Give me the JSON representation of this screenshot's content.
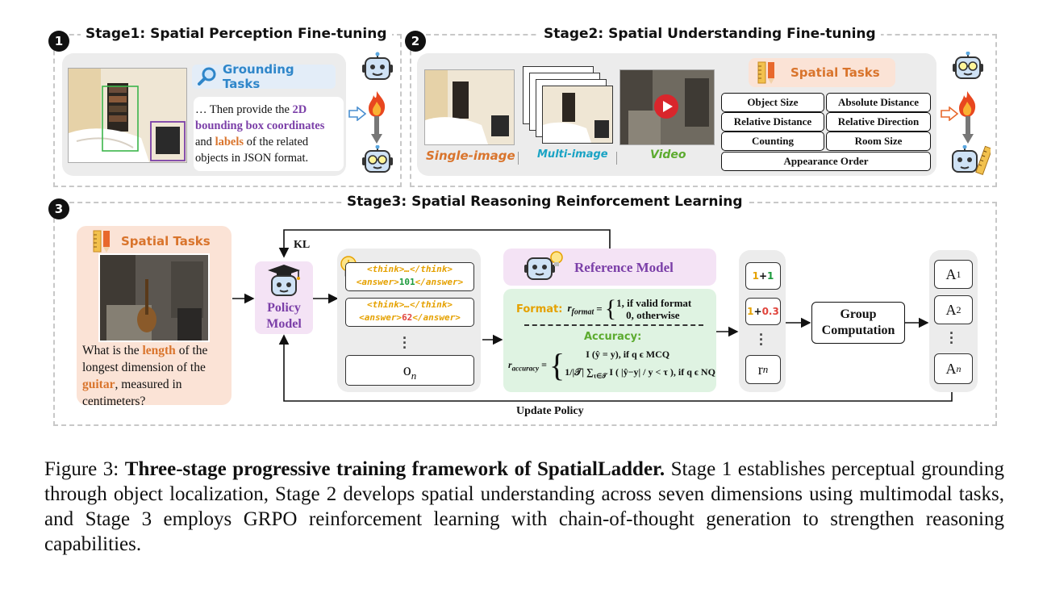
{
  "stage1": {
    "badge": "1",
    "title": "Stage1: Spatial Perception Fine-tuning",
    "grounding_title": "Grounding Tasks",
    "prompt_parts": [
      "… Then provide the ",
      "2D bounding box coordinates",
      " and ",
      "labels",
      " of the related objects in JSON format."
    ]
  },
  "stage2": {
    "badge": "2",
    "title": "Stage2: Spatial Understanding Fine-tuning",
    "modalities": [
      "Single-image",
      "Multi-image",
      "Video"
    ],
    "spatial_tasks_title": "Spatial Tasks",
    "tasks": [
      "Object Size",
      "Absolute Distance",
      "Relative Distance",
      "Relative Direction",
      "Counting",
      "Room Size",
      "Appearance Order"
    ]
  },
  "stage3": {
    "badge": "3",
    "title": "Stage3: Spatial Reasoning Reinforcement Learning",
    "spatial_tasks_title": "Spatial Tasks",
    "question_parts": [
      "What is the ",
      "length",
      " of the longest dimension of the ",
      "guitar",
      ", measured in centimeters?"
    ],
    "policy_model": "Policy Model",
    "kl_label": "KL",
    "reference_model": "Reference Model",
    "outputs": [
      {
        "think": "<think>…</think>",
        "answer_open": "<answer>",
        "answer_value": "101",
        "answer_close": "</answer>"
      },
      {
        "think": "<think>…</think>",
        "answer_open": "<answer>",
        "answer_value": "62",
        "answer_close": "</answer>"
      }
    ],
    "output_n": "o",
    "output_n_sub": "n",
    "format_label": "Format:",
    "format_r": "r",
    "format_sub": "format",
    "format_case1": "1, if valid format",
    "format_case2": "0, otherwise",
    "accuracy_label": "Accuracy:",
    "accuracy_r": "r",
    "accuracy_sub": "accuracy",
    "accuracy_case1": "I (ŷ = y), if q ϵ MCQ",
    "accuracy_case2_prefix": "1/|𝒯| ∑",
    "accuracy_case2_sub": "τ∈𝒯",
    "accuracy_case2": " I ( |ŷ−y| / y < τ ), if q ϵ NQ",
    "rewards": [
      {
        "a": "1",
        "plus": "+",
        "b": "1"
      },
      {
        "a": "1",
        "plus": "+",
        "b": "0.3"
      }
    ],
    "reward_n": "r",
    "reward_n_sub": "n",
    "group_computation": "Group Computation",
    "advantages": [
      {
        "base": "A",
        "sub": "1"
      },
      {
        "base": "A",
        "sub": "2"
      },
      {
        "base": "A",
        "sub": "n"
      }
    ],
    "update_policy": "Update Policy"
  },
  "caption": {
    "prefix": "Figure 3:  ",
    "bold": "Three-stage progressive training framework of SpatialLadder.",
    "rest": "  Stage 1 establishes perceptual grounding through object localization, Stage 2 develops spatial understanding across seven dimensions using multimodal tasks, and Stage 3 employs GRPO reinforcement learning with chain-of-thought generation to strengthen reasoning capabilities."
  },
  "colors": {
    "purple_text": "#7b3fa8",
    "orange_text": "#d9742c",
    "grounding_blue": "#2f86c9",
    "multi_cyan": "#1aa3c4",
    "video_green": "#5cab2f",
    "spatial_tasks_bg": "#fbe3d6",
    "reward_bg": "#dff3e2",
    "reference_bg": "#f4e3f5"
  }
}
